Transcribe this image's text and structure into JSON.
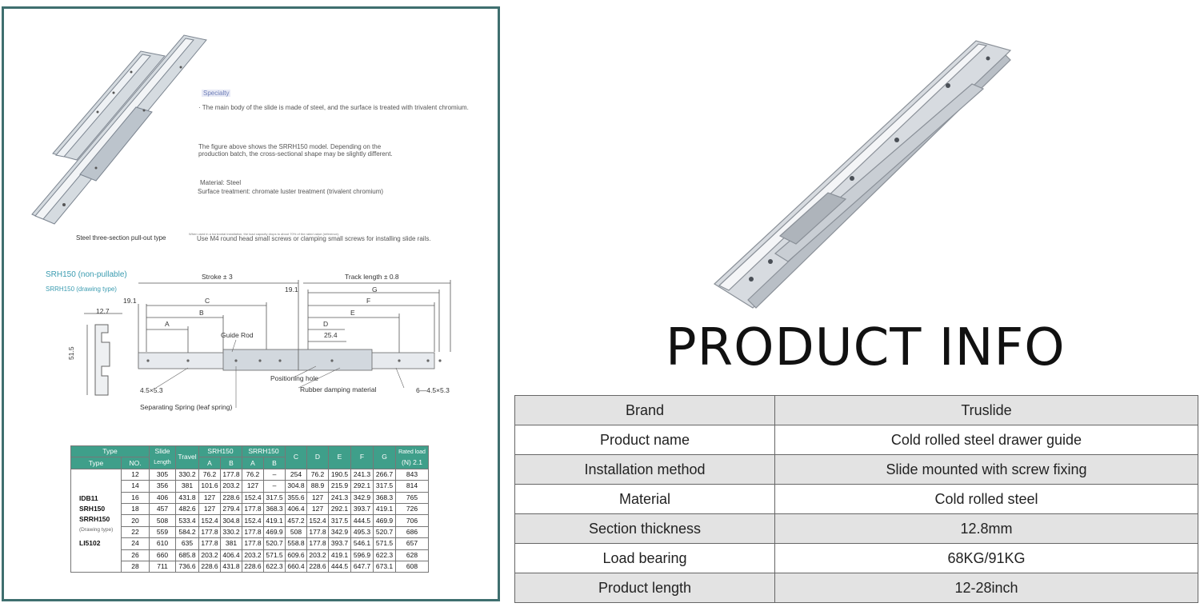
{
  "left": {
    "specialty_label": "Specialty",
    "specialty_text": "· The main body of the slide is made of steel, and the surface is treated with trivalent chromium.",
    "figure_note": "The figure above shows the SRRH150 model. Depending on the production batch, the cross-sectional shape may be slightly different.",
    "material": "Material: Steel",
    "surface": "Surface treatment: chromate luster treatment (trivalent chromium)",
    "caption": "Steel three-section pull-out type",
    "screw_note": "Use M4 round head small screws or clamping small screws for installing slide rails.",
    "tiny_note": "When used in a horizontal installation, the load capacity drops to about 70% of the rated value (reference)."
  },
  "diagram": {
    "title": "SRH150 (non-pullable)",
    "subtitle": "SRRH150 (drawing type)",
    "labels": {
      "stroke": "Stroke ± 3",
      "track_length": "Track length ± 0.8",
      "g": "G",
      "f": "F",
      "e": "E",
      "d": "D",
      "c": "C",
      "b": "B",
      "a": "A",
      "dim_191_left": "19.1",
      "dim_191_right": "19.1",
      "dim_127": "12.7",
      "dim_515": "51.5",
      "dim_254": "25.4",
      "guide_rod": "Guide Rod",
      "positioning_hole": "Positioning hole",
      "rubber_damping": "Rubber damping material",
      "hole_left": "4.5×5.3",
      "hole_right": "6—4.5×5.3",
      "separating_spring": "Separating Spring (leaf spring)"
    }
  },
  "specs": {
    "header_top": {
      "type": "Type",
      "slide": "Slide",
      "slide_sub": "Length",
      "travel": "Travel",
      "srh150": "SRH150",
      "srrh150": "SRRH150",
      "c": "C",
      "d": "D",
      "e": "E",
      "f": "F",
      "g": "G",
      "load": "Rated load",
      "load_sub": "(N) 2.1"
    },
    "header_sub": {
      "type": "Type",
      "no": "NO.",
      "a1": "A",
      "b1": "B",
      "a2": "A",
      "b2": "B"
    },
    "models": {
      "m1": "IDB11",
      "m2": "SRH150",
      "m3": "SRRH150",
      "drawing": "(Drawing type)",
      "m4": "LI5102"
    },
    "rows": [
      [
        "12",
        "305",
        "330.2",
        "76.2",
        "177.8",
        "76.2",
        "–",
        "254",
        "76.2",
        "190.5",
        "241.3",
        "266.7",
        "843"
      ],
      [
        "14",
        "356",
        "381",
        "101.6",
        "203.2",
        "127",
        "–",
        "304.8",
        "88.9",
        "215.9",
        "292.1",
        "317.5",
        "814"
      ],
      [
        "16",
        "406",
        "431.8",
        "127",
        "228.6",
        "152.4",
        "317.5",
        "355.6",
        "127",
        "241.3",
        "342.9",
        "368.3",
        "765"
      ],
      [
        "18",
        "457",
        "482.6",
        "127",
        "279.4",
        "177.8",
        "368.3",
        "406.4",
        "127",
        "292.1",
        "393.7",
        "419.1",
        "726"
      ],
      [
        "20",
        "508",
        "533.4",
        "152.4",
        "304.8",
        "152.4",
        "419.1",
        "457.2",
        "152.4",
        "317.5",
        "444.5",
        "469.9",
        "706"
      ],
      [
        "22",
        "559",
        "584.2",
        "177.8",
        "330.2",
        "177.8",
        "469.9",
        "508",
        "177.8",
        "342.9",
        "495.3",
        "520.7",
        "686"
      ],
      [
        "24",
        "610",
        "635",
        "177.8",
        "381",
        "177.8",
        "520.7",
        "558.8",
        "177.8",
        "393.7",
        "546.1",
        "571.5",
        "657"
      ],
      [
        "26",
        "660",
        "685.8",
        "203.2",
        "406.4",
        "203.2",
        "571.5",
        "609.6",
        "203.2",
        "419.1",
        "596.9",
        "622.3",
        "628"
      ],
      [
        "28",
        "711",
        "736.6",
        "228.6",
        "431.8",
        "228.6",
        "622.3",
        "660.4",
        "228.6",
        "444.5",
        "647.7",
        "673.1",
        "608"
      ]
    ]
  },
  "product": {
    "title": "PRODUCT INFO",
    "info": [
      {
        "key": "Brand",
        "value": "Truslide"
      },
      {
        "key": "Product name",
        "value": "Cold rolled steel drawer guide"
      },
      {
        "key": "Installation method",
        "value": "Slide mounted with screw fixing"
      },
      {
        "key": "Material",
        "value": "Cold rolled steel"
      },
      {
        "key": "Section thickness",
        "value": "12.8mm"
      },
      {
        "key": "Load bearing",
        "value": "68KG/91KG"
      },
      {
        "key": "Product length",
        "value": "12-28inch"
      }
    ]
  },
  "colors": {
    "frame": "#3f6f6f",
    "table_header": "#3f9f8a",
    "accent": "#3a9bb0",
    "row_gray": "#e3e3e3"
  }
}
